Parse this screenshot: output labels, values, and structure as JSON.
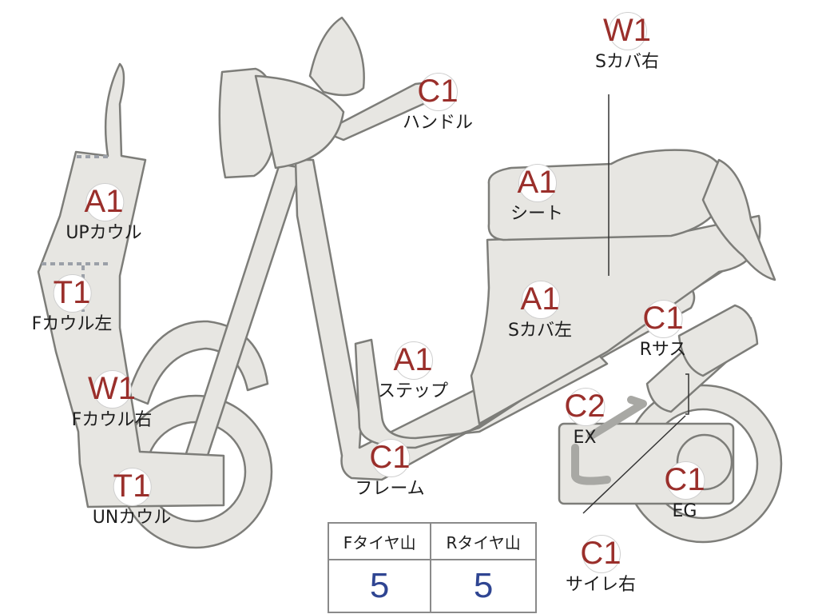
{
  "labels": [
    {
      "id": "up-cowl",
      "code": "A1",
      "name": "UPカウル"
    },
    {
      "id": "f-cowl-left",
      "code": "T1",
      "name": "Fカウル左"
    },
    {
      "id": "f-cowl-right",
      "code": "W1",
      "name": "Fカウル右"
    },
    {
      "id": "un-cowl",
      "code": "T1",
      "name": "UNカウル"
    },
    {
      "id": "handle",
      "code": "C1",
      "name": "ハンドル"
    },
    {
      "id": "s-cover-right",
      "code": "W1",
      "name": "Sカバ右"
    },
    {
      "id": "seat",
      "code": "A1",
      "name": "シート"
    },
    {
      "id": "s-cover-left",
      "code": "A1",
      "name": "Sカバ左"
    },
    {
      "id": "step",
      "code": "A1",
      "name": "ステップ"
    },
    {
      "id": "r-sus",
      "code": "C1",
      "name": "Rサス"
    },
    {
      "id": "ex",
      "code": "C2",
      "name": "EX"
    },
    {
      "id": "frame",
      "code": "C1",
      "name": "フレーム"
    },
    {
      "id": "eg",
      "code": "C1",
      "name": "EG"
    },
    {
      "id": "side-right",
      "code": "C1",
      "name": "サイレ右"
    }
  ],
  "tire_table": {
    "headers": [
      "Fタイヤ山",
      "Rタイヤ山"
    ],
    "values": [
      "5",
      "5"
    ]
  },
  "colors": {
    "part_fill": "#e7e6e2",
    "outline": "#7d7d79",
    "code_text": "#9a2f2b",
    "table_value": "#2f4592"
  }
}
